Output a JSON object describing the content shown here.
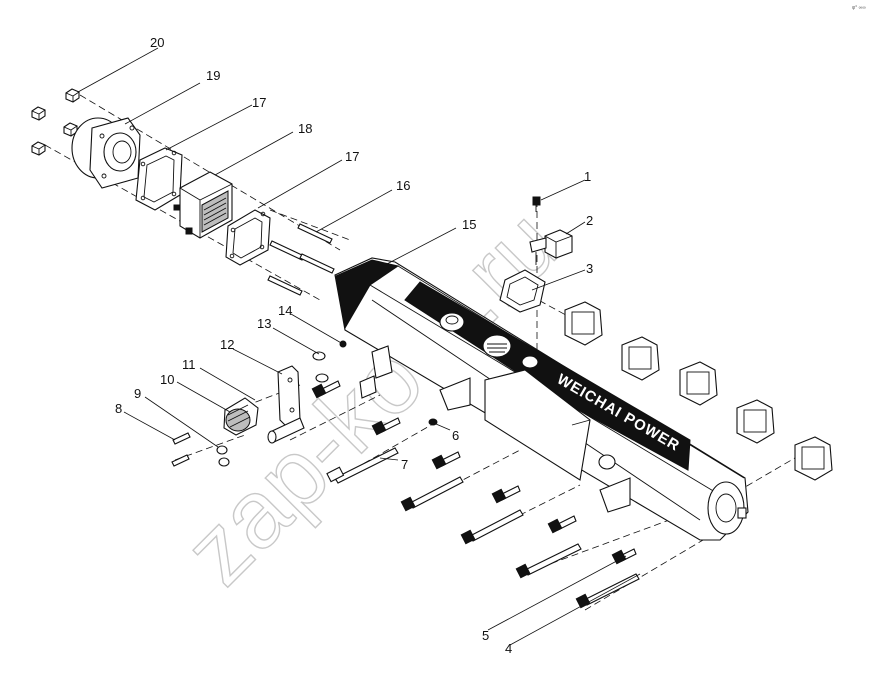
{
  "callouts": [
    "1",
    "2",
    "3",
    "4",
    "5",
    "6",
    "7",
    "8",
    "9",
    "10",
    "11",
    "12",
    "13",
    "14",
    "15",
    "16",
    "17",
    "18",
    "19",
    "20",
    "17"
  ],
  "brand_text": "WEICHAI POWER",
  "watermark": "zap-kom.ru",
  "corner_mark": "φ° ∞∞"
}
